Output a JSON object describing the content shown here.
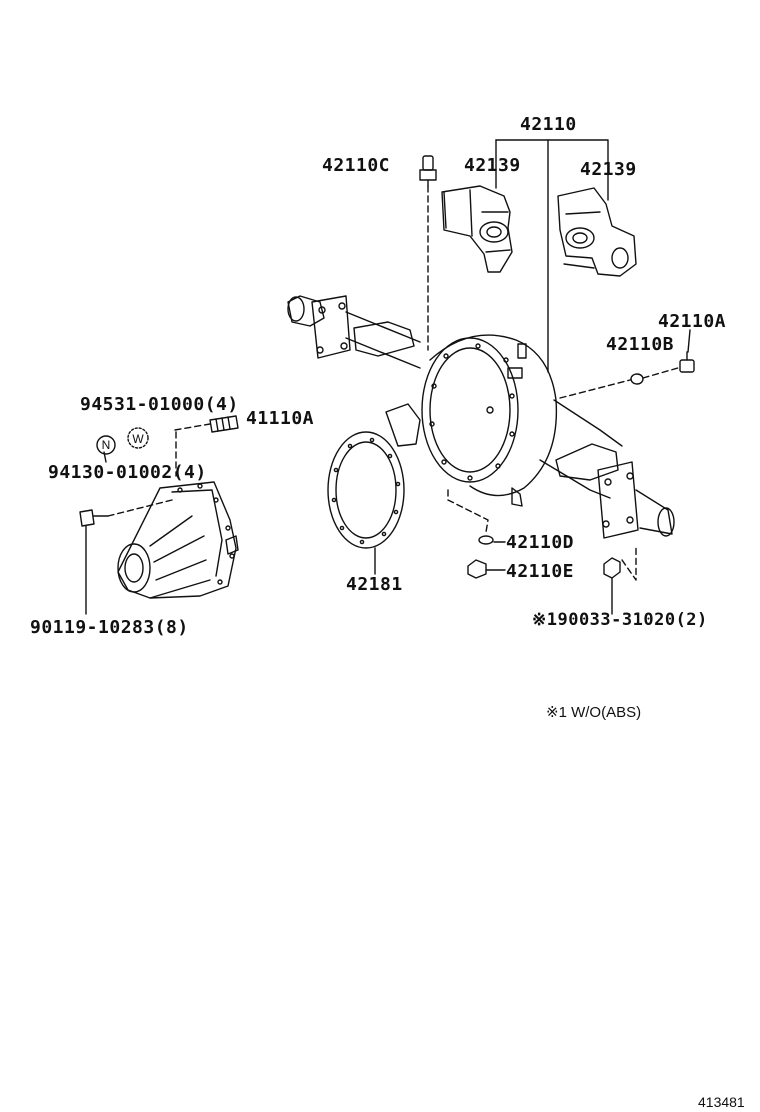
{
  "callouts": {
    "p42110": "42110",
    "p42110c": "42110C",
    "p42139_left": "42139",
    "p42139_right": "42139",
    "p42110a": "42110A",
    "p42110b": "42110B",
    "p94531": "94531-01000(4)",
    "p41110a": "41110A",
    "p94130": "94130-01002(4)",
    "p42110d": "42110D",
    "p42110e": "42110E",
    "p42181": "42181",
    "p90119": "90119-10283(8)",
    "p90033": "※190033-31020(2)"
  },
  "badges": {
    "n": "N",
    "w": "W"
  },
  "note": "※1 W/O(ABS)",
  "figure_id": "413481"
}
